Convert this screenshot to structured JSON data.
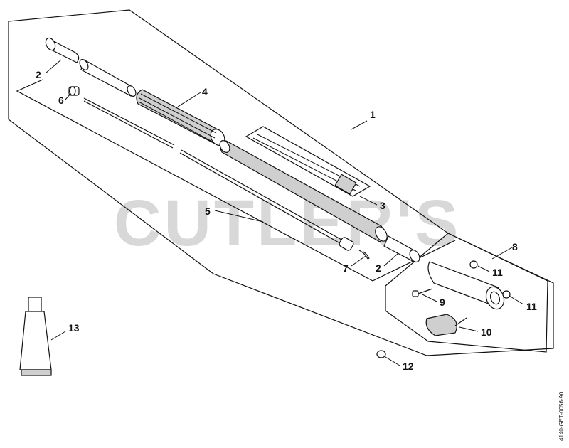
{
  "watermark": "CUTLER'S",
  "document_id": "4140-GET-0056-A0",
  "callouts": [
    {
      "id": "c1",
      "label": "1"
    },
    {
      "id": "c2a",
      "label": "2"
    },
    {
      "id": "c2b",
      "label": "2"
    },
    {
      "id": "c3",
      "label": "3"
    },
    {
      "id": "c4",
      "label": "4"
    },
    {
      "id": "c5",
      "label": "5"
    },
    {
      "id": "c6",
      "label": "6"
    },
    {
      "id": "c7",
      "label": "7"
    },
    {
      "id": "c8",
      "label": "8"
    },
    {
      "id": "c9",
      "label": "9"
    },
    {
      "id": "c10",
      "label": "10"
    },
    {
      "id": "c11a",
      "label": "11"
    },
    {
      "id": "c11b",
      "label": "11"
    },
    {
      "id": "c12",
      "label": "12"
    },
    {
      "id": "c13",
      "label": "13"
    }
  ]
}
